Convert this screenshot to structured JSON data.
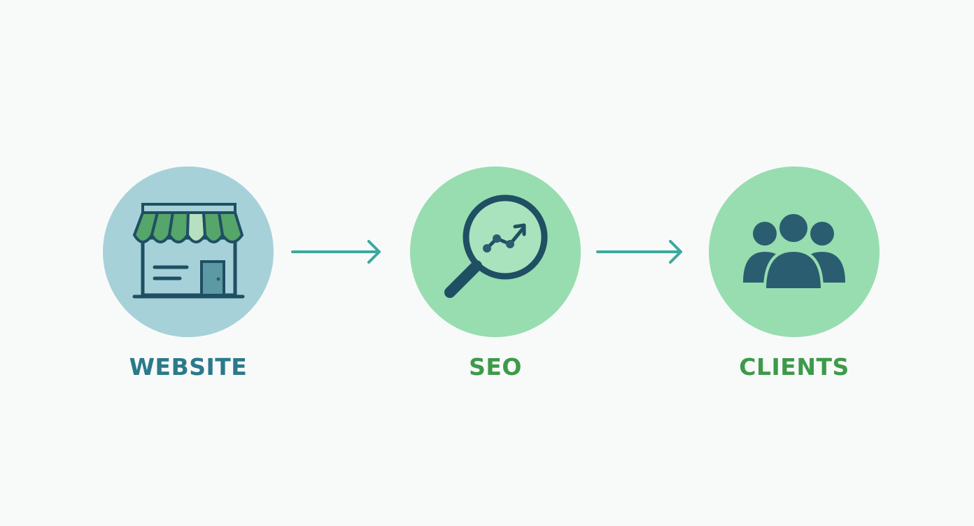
{
  "colors": {
    "background": "#f8faf9",
    "icon_stroke": "#1f4f63",
    "icon_fill": "#2b5d70",
    "website_circle": "#a6d1d8",
    "seo_circle": "#97ddb0",
    "clients_circle": "#97ddb0",
    "awning_dark": "#56a56b",
    "awning_light": "#b6e0bf",
    "door": "#5c9aa3",
    "arrow": "#3ba9a0",
    "website_label": "#2a7a8a",
    "seo_label": "#3d9a4a",
    "clients_label": "#3d9a4a"
  },
  "nodes": [
    {
      "label": "WEBSITE",
      "icon": "storefront-icon"
    },
    {
      "label": "SEO",
      "icon": "magnifier-chart-icon"
    },
    {
      "label": "CLIENTS",
      "icon": "people-group-icon"
    }
  ],
  "connectors": [
    {
      "from": "WEBSITE",
      "to": "SEO"
    },
    {
      "from": "SEO",
      "to": "CLIENTS"
    }
  ]
}
